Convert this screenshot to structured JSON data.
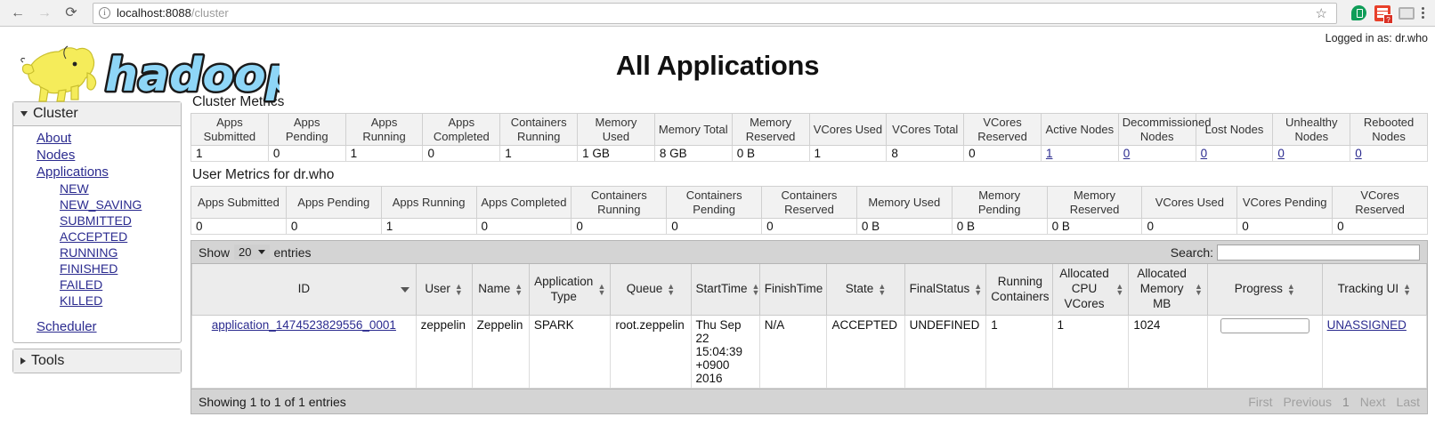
{
  "browser": {
    "back_icon": "arrow-left",
    "forward_icon": "arrow-right",
    "reload_icon": "reload",
    "url_host": "localhost:8088",
    "url_path": "/cluster",
    "bookmark_icon": "star-outline",
    "extensions": [
      "hangouts-icon",
      "todoist-icon",
      "cast-icon"
    ],
    "ext_badge": "?",
    "menu_icon": "kebab-menu"
  },
  "header": {
    "title": "All Applications",
    "logged_in": "Logged in as: dr.who",
    "logo_alt": "hadoop"
  },
  "sidebar": {
    "cluster": {
      "label": "Cluster",
      "expanded": true,
      "items": [
        {
          "label": "About"
        },
        {
          "label": "Nodes"
        },
        {
          "label": "Applications"
        }
      ],
      "app_states": [
        {
          "label": "NEW"
        },
        {
          "label": "NEW_SAVING"
        },
        {
          "label": "SUBMITTED"
        },
        {
          "label": "ACCEPTED"
        },
        {
          "label": "RUNNING"
        },
        {
          "label": "FINISHED"
        },
        {
          "label": "FAILED"
        },
        {
          "label": "KILLED"
        }
      ],
      "scheduler": {
        "label": "Scheduler"
      }
    },
    "tools": {
      "label": "Tools",
      "expanded": false
    }
  },
  "cluster_metrics": {
    "title": "Cluster Metrics",
    "columns": [
      "Apps Submitted",
      "Apps Pending",
      "Apps Running",
      "Apps Completed",
      "Containers Running",
      "Memory Used",
      "Memory Total",
      "Memory Reserved",
      "VCores Used",
      "VCores Total",
      "VCores Reserved",
      "Active Nodes",
      "Decommissioned Nodes",
      "Lost Nodes",
      "Unhealthy Nodes",
      "Rebooted Nodes"
    ],
    "values": [
      "1",
      "0",
      "1",
      "0",
      "1",
      "1 GB",
      "8 GB",
      "0 B",
      "1",
      "8",
      "0",
      "1",
      "0",
      "0",
      "0",
      "0"
    ],
    "link_indices": [
      11,
      12,
      13,
      14,
      15
    ]
  },
  "user_metrics": {
    "title": "User Metrics for dr.who",
    "columns": [
      "Apps Submitted",
      "Apps Pending",
      "Apps Running",
      "Apps Completed",
      "Containers Running",
      "Containers Pending",
      "Containers Reserved",
      "Memory Used",
      "Memory Pending",
      "Memory Reserved",
      "VCores Used",
      "VCores Pending",
      "VCores Reserved"
    ],
    "values": [
      "0",
      "0",
      "1",
      "0",
      "0",
      "0",
      "0",
      "0 B",
      "0 B",
      "0 B",
      "0",
      "0",
      "0"
    ]
  },
  "datatable": {
    "show_label": "Show",
    "page_length": "20",
    "entries_label": "entries",
    "search_label": "Search:",
    "search_value": "",
    "search_placeholder": "",
    "columns": [
      {
        "label": "ID",
        "sort": "desc"
      },
      {
        "label": "User",
        "sort": "both"
      },
      {
        "label": "Name",
        "sort": "both"
      },
      {
        "label": "Application Type",
        "sort": "both"
      },
      {
        "label": "Queue",
        "sort": "both"
      },
      {
        "label": "StartTime",
        "sort": "both"
      },
      {
        "label": "FinishTime",
        "sort": "both"
      },
      {
        "label": "State",
        "sort": "both"
      },
      {
        "label": "FinalStatus",
        "sort": "both"
      },
      {
        "label": "Running Containers",
        "sort": "both"
      },
      {
        "label": "Allocated CPU VCores",
        "sort": "both"
      },
      {
        "label": "Allocated Memory MB",
        "sort": "both"
      },
      {
        "label": "Progress",
        "sort": "both"
      },
      {
        "label": "Tracking UI",
        "sort": "both"
      }
    ],
    "rows": [
      {
        "id": "application_1474523829556_0001",
        "user": "zeppelin",
        "name": "Zeppelin",
        "application_type": "SPARK",
        "queue": "root.zeppelin",
        "start_time": "Thu Sep 22 15:04:39 +0900 2016",
        "finish_time": "N/A",
        "state": "ACCEPTED",
        "final_status": "UNDEFINED",
        "running_containers": "1",
        "allocated_cpu_vcores": "1",
        "allocated_memory_mb": "1024",
        "progress": "",
        "tracking_ui": "UNASSIGNED"
      }
    ],
    "info": "Showing 1 to 1 of 1 entries",
    "paginate": {
      "first": "First",
      "previous": "Previous",
      "page": "1",
      "next": "Next",
      "last": "Last"
    }
  }
}
